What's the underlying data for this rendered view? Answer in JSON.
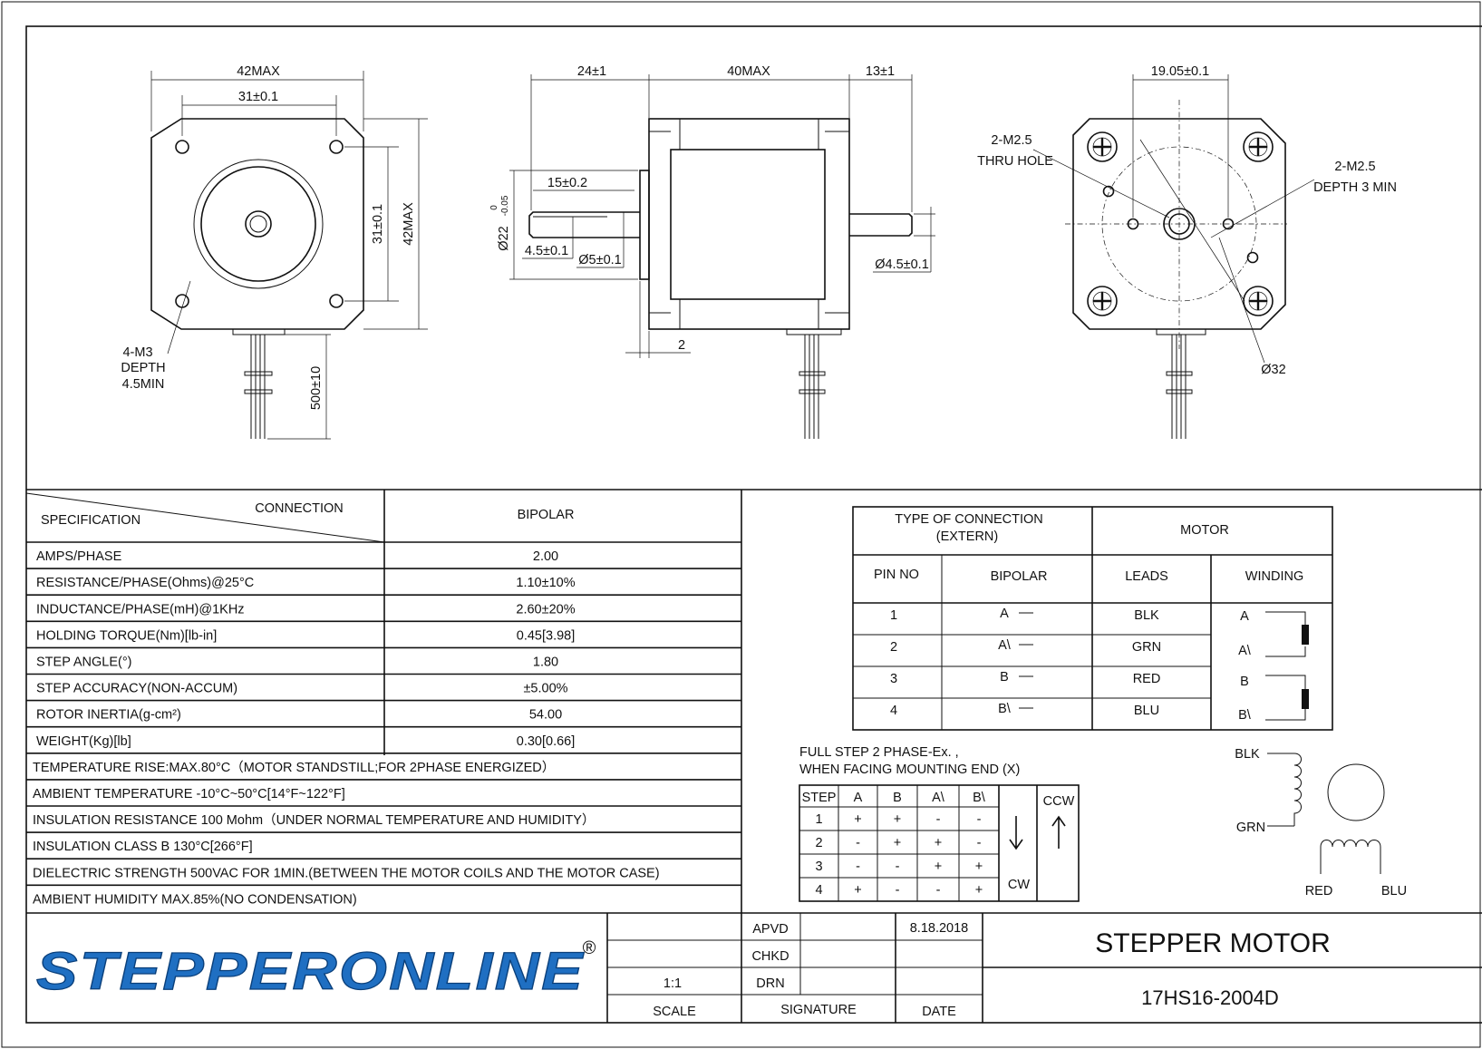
{
  "front_view": {
    "dim_top_outer": "42MAX",
    "dim_top_inner": "31±0.1",
    "dim_right_inner": "31±0.1",
    "dim_right_outer": "42MAX",
    "hole_callout": [
      "4-M3",
      "DEPTH",
      "4.5MIN"
    ],
    "lead_length": "500±10"
  },
  "side_view": {
    "dim_shaft": "24±1",
    "dim_body": "40MAX",
    "dim_rear": "13±1",
    "dim_flat": "15±0.2",
    "dim_boss_main": "Ø22",
    "dim_boss_sup": "0",
    "dim_boss_sub": "-0.05",
    "dim_flat_depth": "4.5±0.1",
    "dim_shaft_dia": "Ø5±0.1",
    "dim_rear_shaft": "Ø4.5±0.1",
    "dim_boss_height": "2"
  },
  "rear_view": {
    "dim_top": "19.05±0.1",
    "left_callout": [
      "2-M2.5",
      "THRU HOLE"
    ],
    "right_callout": [
      "2-M2.5",
      "DEPTH 3 MIN"
    ],
    "circle_dia": "Ø32"
  },
  "spec_table": {
    "corner_connection": "CONNECTION",
    "corner_spec": "SPECIFICATION",
    "header_value": "BIPOLAR",
    "rows": [
      {
        "label": "AMPS/PHASE",
        "value": "2.00"
      },
      {
        "label": "RESISTANCE/PHASE(Ohms)@25°C",
        "value": "1.10±10%"
      },
      {
        "label": "INDUCTANCE/PHASE(mH)@1KHz",
        "value": "2.60±20%"
      },
      {
        "label": "HOLDING TORQUE(Nm)[lb-in]",
        "value": "0.45[3.98]"
      },
      {
        "label": "STEP ANGLE(°)",
        "value": "1.80"
      },
      {
        "label": "STEP ACCURACY(NON-ACCUM)",
        "value": "±5.00%"
      },
      {
        "label": "ROTOR INERTIA(g-cm²)",
        "value": "54.00"
      },
      {
        "label": "WEIGHT(Kg)[lb]",
        "value": "0.30[0.66]"
      }
    ],
    "notes": [
      "TEMPERATURE RISE:MAX.80°C（MOTOR STANDSTILL;FOR 2PHASE ENERGIZED）",
      "AMBIENT TEMPERATURE -10°C~50°C[14°F~122°F]",
      "INSULATION RESISTANCE 100 Mohm（UNDER NORMAL TEMPERATURE AND HUMIDITY）",
      "INSULATION CLASS B 130°C[266°F]",
      "DIELECTRIC STRENGTH 500VAC FOR 1MIN.(BETWEEN THE MOTOR COILS AND THE MOTOR CASE)",
      "AMBIENT HUMIDITY MAX.85%(NO CONDENSATION)"
    ]
  },
  "connection_table": {
    "type_header_1": "TYPE OF CONNECTION",
    "type_header_2": "(EXTERN)",
    "motor_header": "MOTOR",
    "col_pin": "PIN NO",
    "col_bipolar": "BIPOLAR",
    "col_leads": "LEADS",
    "col_winding": "WINDING",
    "rows": [
      {
        "pin": "1",
        "bipolar": "A",
        "lead": "BLK",
        "winding": "A"
      },
      {
        "pin": "2",
        "bipolar": "A\\",
        "lead": "GRN",
        "winding": "A\\"
      },
      {
        "pin": "3",
        "bipolar": "B",
        "lead": "RED",
        "winding": "B"
      },
      {
        "pin": "4",
        "bipolar": "B\\",
        "lead": "BLU",
        "winding": "B\\"
      }
    ]
  },
  "step_table": {
    "caption_1": "FULL STEP  2 PHASE-Ex. ,",
    "caption_2": "WHEN FACING MOUNTING END (X)",
    "headers": [
      "STEP",
      "A",
      "B",
      "A\\",
      "B\\"
    ],
    "rows": [
      [
        "1",
        "+",
        "+",
        "-",
        "-"
      ],
      [
        "2",
        "-",
        "+",
        "+",
        "-"
      ],
      [
        "3",
        "-",
        "-",
        "+",
        "+"
      ],
      [
        "4",
        "+",
        "-",
        "-",
        "+"
      ]
    ],
    "cw": "CW",
    "ccw": "CCW"
  },
  "wiring": {
    "blk": "BLK",
    "grn": "GRN",
    "red": "RED",
    "blu": "BLU"
  },
  "title_block": {
    "logo_text": "STEPPERONLINE",
    "registered": "®",
    "apvd": "APVD",
    "chkd": "CHKD",
    "drn": "DRN",
    "date_value": "8.18.2018",
    "scale_value": "1:1",
    "scale_label": "SCALE",
    "signature_label": "SIGNATURE",
    "date_label": "DATE",
    "title": "STEPPER MOTOR",
    "model": "17HS16-2004D"
  },
  "colors": {
    "logo_blue": "#1f6fc2",
    "line": "#111111"
  }
}
